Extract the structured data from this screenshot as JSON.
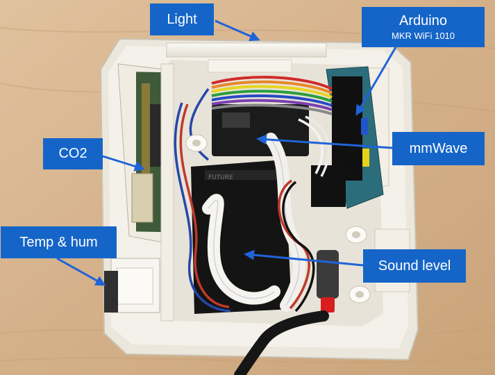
{
  "labels": {
    "light": "Light",
    "arduino": "Arduino",
    "arduino_model": "MKR WiFi 1010",
    "mmwave": "mmWave",
    "co2": "CO2",
    "temp_hum": "Temp & hum",
    "sound_level": "Sound level"
  },
  "colors": {
    "label_background": "#1565c8",
    "label_text": "#ffffff",
    "arrow": "#1f63d8",
    "table_wood": "#d9b892",
    "enclosure": "#f1ede4"
  }
}
